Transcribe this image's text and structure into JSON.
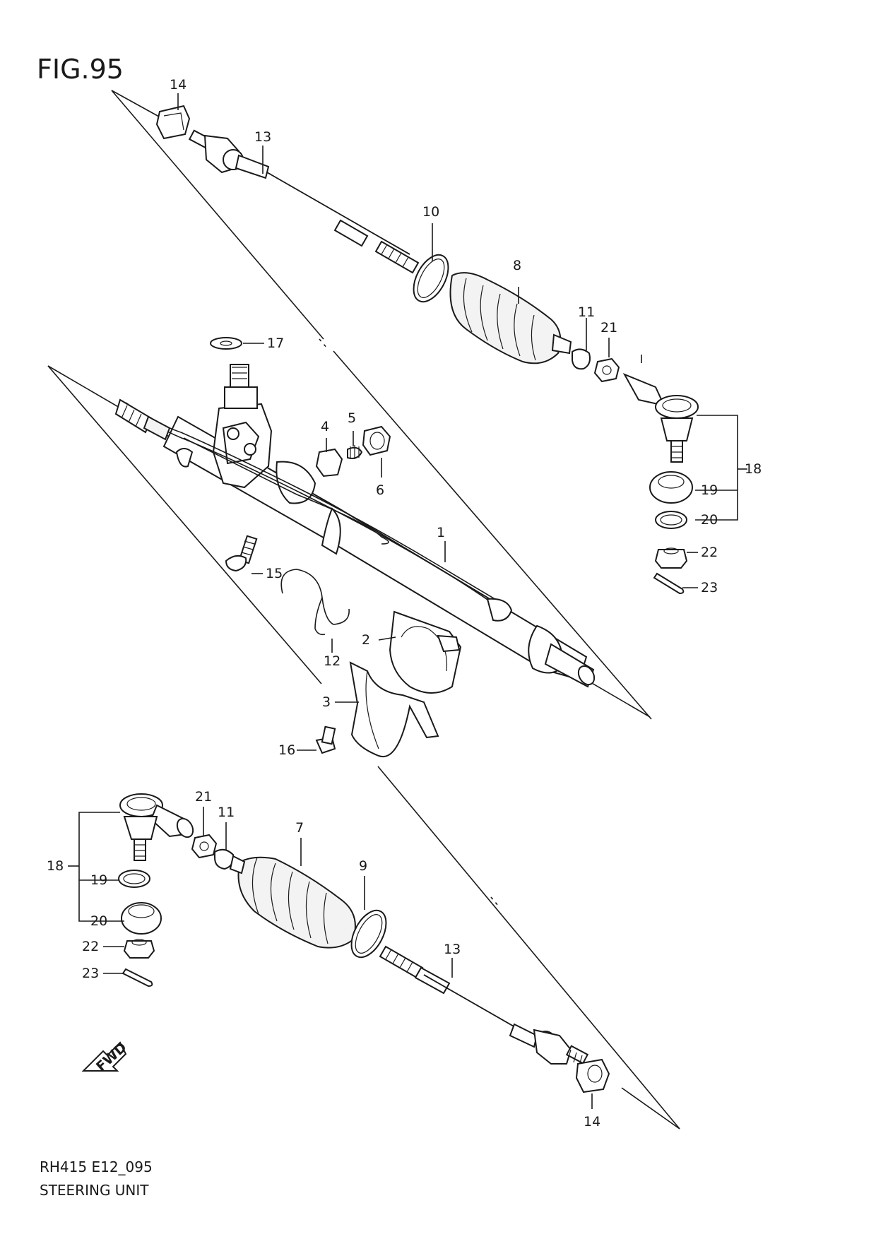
{
  "figure": {
    "title": "FIG.95"
  },
  "footer": {
    "code": "RH415 E12_095",
    "name": "STEERING UNIT"
  },
  "fwd_label": "FWD",
  "callouts": {
    "c1": "1",
    "c2": "2",
    "c3": "3",
    "c4": "4",
    "c5": "5",
    "c6": "6",
    "c7": "7",
    "c8": "8",
    "c9": "9",
    "c10": "10",
    "c11a": "11",
    "c11b": "11",
    "c12": "12",
    "c13a": "13",
    "c13b": "13",
    "c14a": "14",
    "c14b": "14",
    "c15": "15",
    "c16": "16",
    "c17": "17",
    "c18a": "18",
    "c18b": "18",
    "c19a": "19",
    "c19b": "19",
    "c20a": "20",
    "c20b": "20",
    "c21a": "21",
    "c21b": "21",
    "c22a": "22",
    "c22b": "22",
    "c23a": "23",
    "c23b": "23"
  }
}
